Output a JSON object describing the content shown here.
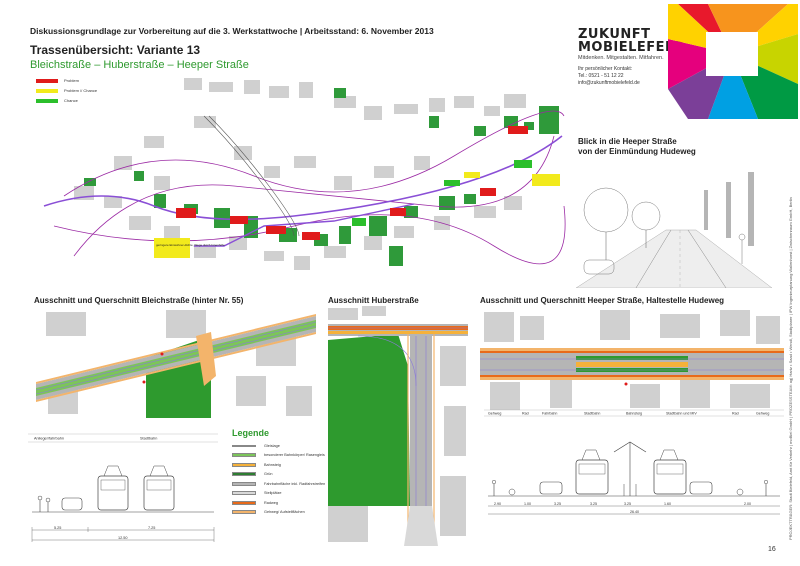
{
  "header": {
    "top_line": "Diskussionsgrundlage zur Vorbereitung auf die 3. Werkstattwoche | Arbeitsstand: 6. November 2013",
    "title": "Trassenübersicht: Variante 13",
    "subtitle": "Bleichstraße – Huberstraße – Heeper Straße"
  },
  "logo": {
    "word_1": "ZUKUNFT",
    "word_2": "MOBIELEFELD.",
    "tagline": "Mitdenken. Mitgestalten. Mitfahren.",
    "contact_label": "Ihr persönlicher Kontakt:",
    "phone": "Tel.: 0521 - 51 12 22",
    "email": "info@zukunftmobielefeld.de"
  },
  "map_legend": [
    {
      "label": "Problem",
      "color": "#e01b1b"
    },
    {
      "label": "Problem // Chance",
      "color": "#f2ea1c"
    },
    {
      "label": "Chance",
      "color": "#2bbf2b"
    }
  ],
  "map_labels": {
    "note_1": "geringere Einwohner-dichte, Wege durch Innenhöfe"
  },
  "blick": {
    "line_1": "Blick in die Heeper Straße",
    "line_2": "von der Einmündung Hudeweg"
  },
  "sections": {
    "bleich": "Ausschnitt und Querschnitt Bleichstraße (hinter Nr. 55)",
    "huber": "Ausschnitt Huberstraße",
    "heeper": "Ausschnitt und Querschnitt Heeper Straße, Haltestelle  Hudeweg"
  },
  "bleich_section": {
    "labels": [
      "Anlieger/fahrbahn",
      "Stadtbahn"
    ],
    "dims": [
      "5.25",
      "7.25",
      "12.50"
    ]
  },
  "heeper_section": {
    "labels": [
      "Gehweg",
      "Rad",
      "Fahrbahn",
      "Stadtbahn",
      "Bahnsteig",
      "Stadtbahn und MIV",
      "Rad",
      "Gehweg"
    ],
    "dims": [
      "2.90",
      "1.00",
      "3.25",
      "3.25",
      "3.25",
      "1.60",
      "2.00"
    ],
    "total": "26.40"
  },
  "legend": {
    "title": "Legende",
    "items": [
      {
        "label": "Gleislage",
        "color": "#8b7ad8"
      },
      {
        "label": "besonderer Bahnkörper/ Rasengleis",
        "color": "#7cc55a"
      },
      {
        "label": "Bahnsteig",
        "color": "#f5b13a"
      },
      {
        "label": "Grün",
        "color": "#2e7d32"
      },
      {
        "label": "Fahrbahnfläche inkl. Radfahrstreifen",
        "color": "#b5b5b5"
      },
      {
        "label": "Stellplätze",
        "color": "#d9d9d9"
      },
      {
        "label": "Radweg",
        "color": "#e86a1a"
      },
      {
        "label": "Gehweg/ Aufstellflächen",
        "color": "#f3b46b"
      }
    ]
  },
  "side_credit": "PROJEKTTRÄGER: Stadt Bielefeld, Amt für Verkehr | moBiel GmbH | PROZESSTEAM: ag| Hartz • Saad • Wendl, Stadtplaner | IPW Ingenieurplanung Wallenhorst | Zwischenraum GmbH, Berlin",
  "page_number": "16"
}
